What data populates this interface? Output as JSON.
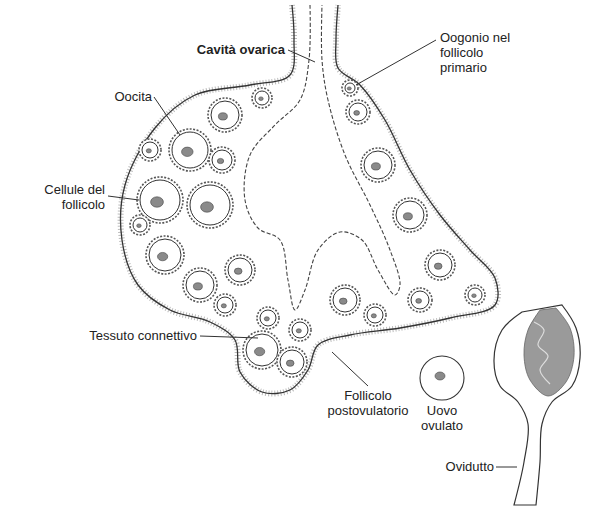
{
  "diagram": {
    "labels": [
      "Cavità ovarica",
      "Oogonio nel follicolo primario",
      "Oocita",
      "Cellule del follicolo",
      "Tessuto connettivo",
      "Follicolo postovulatorio",
      "Uovo ovulato",
      "Ovidutto"
    ]
  }
}
